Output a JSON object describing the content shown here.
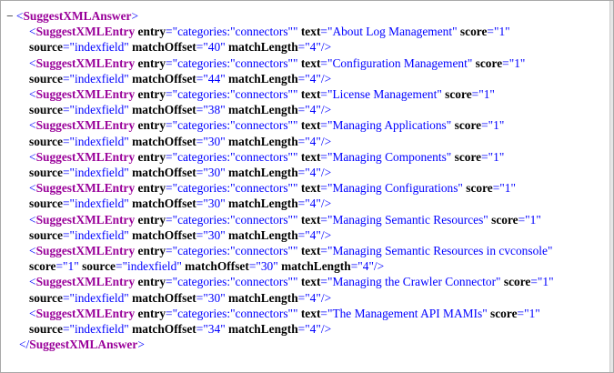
{
  "document": {
    "toggle": "−",
    "root_tag": "SuggestXMLAnswer",
    "entry_tag": "SuggestXMLEntry",
    "attr_names": {
      "entry": "entry",
      "text": "text",
      "score": "score",
      "source": "source",
      "matchOffset": "matchOffset",
      "matchLength": "matchLength"
    },
    "entries": [
      {
        "entry": "categories:\"connectors\"",
        "text": "About Log Management",
        "score": "1",
        "source": "indexfield",
        "matchOffset": "40",
        "matchLength": "4"
      },
      {
        "entry": "categories:\"connectors\"",
        "text": "Configuration Management",
        "score": "1",
        "source": "indexfield",
        "matchOffset": "44",
        "matchLength": "4"
      },
      {
        "entry": "categories:\"connectors\"",
        "text": "License Management",
        "score": "1",
        "source": "indexfield",
        "matchOffset": "38",
        "matchLength": "4"
      },
      {
        "entry": "categories:\"connectors\"",
        "text": "Managing Applications",
        "score": "1",
        "source": "indexfield",
        "matchOffset": "30",
        "matchLength": "4"
      },
      {
        "entry": "categories:\"connectors\"",
        "text": "Managing Components",
        "score": "1",
        "source": "indexfield",
        "matchOffset": "30",
        "matchLength": "4"
      },
      {
        "entry": "categories:\"connectors\"",
        "text": "Managing Configurations",
        "score": "1",
        "source": "indexfield",
        "matchOffset": "30",
        "matchLength": "4"
      },
      {
        "entry": "categories:\"connectors\"",
        "text": "Managing Semantic Resources",
        "score": "1",
        "source": "indexfield",
        "matchOffset": "30",
        "matchLength": "4"
      },
      {
        "entry": "categories:\"connectors\"",
        "text": "Managing Semantic Resources in cvconsole",
        "score": "1",
        "source": "indexfield",
        "matchOffset": "30",
        "matchLength": "4"
      },
      {
        "entry": "categories:\"connectors\"",
        "text": "Managing the Crawler Connector",
        "score": "1",
        "source": "indexfield",
        "matchOffset": "30",
        "matchLength": "4"
      },
      {
        "entry": "categories:\"connectors\"",
        "text": "The Management API MAMIs",
        "score": "1",
        "source": "indexfield",
        "matchOffset": "34",
        "matchLength": "4"
      }
    ]
  },
  "colors": {
    "tag": "#990099",
    "punctuation": "#0000ff",
    "attribute_value": "#0000ff",
    "attribute_name": "#000000"
  }
}
